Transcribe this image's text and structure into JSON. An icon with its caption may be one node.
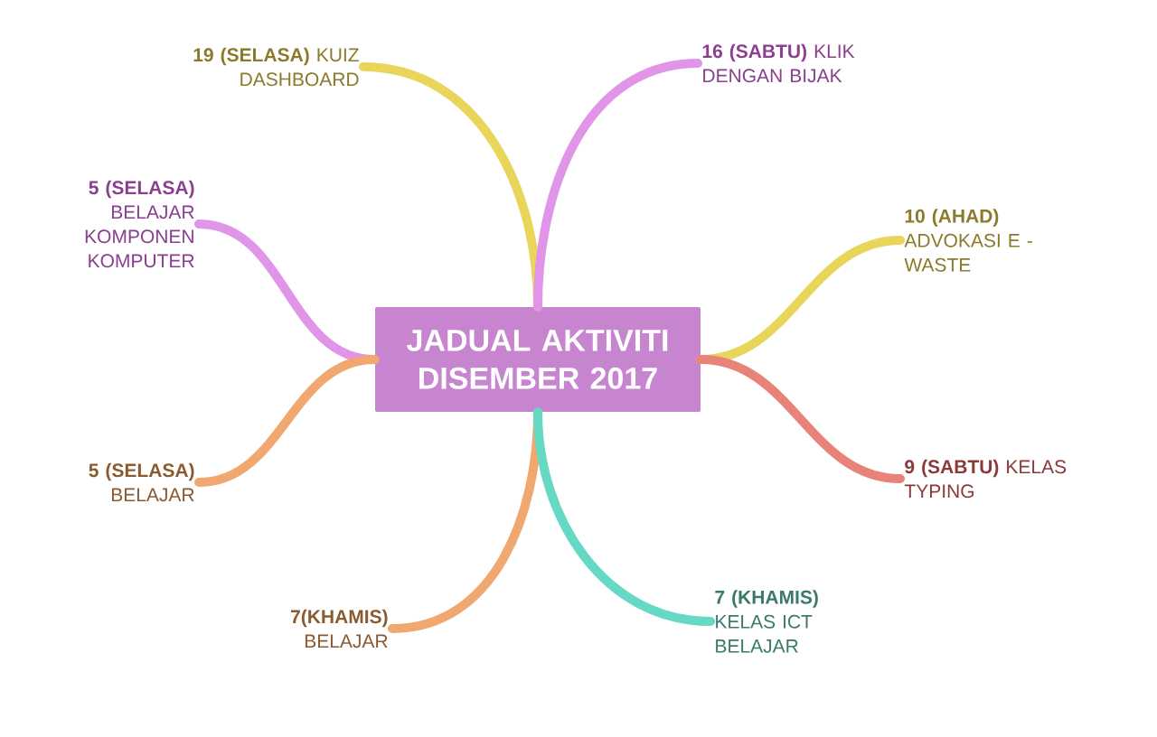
{
  "diagram": {
    "nodes": [
      {
        "text": [
          "JADUAL AKTIVITI DISEMBER 2017"
        ]
      },
      {
        "text": [
          "**19 (SELASA)** KUIZ DASHBOARD"
        ]
      },
      {
        "text": [
          "**16 (SABTU)** KLIK DENGAN BIJAK"
        ]
      },
      {
        "text": [
          "**5 (SELASA)** BELAJAR KOMPONEN KOMPUTER"
        ]
      },
      {
        "text": [
          "**10 (AHAD)** ADVOKASI E - WASTE"
        ]
      },
      {
        "text": [
          "**5 (SELASA)** BELAJAR"
        ]
      },
      {
        "text": [
          "**9 (SABTU)** KELAS TYPING"
        ]
      },
      {
        "text": [
          "**7(KHAMIS)** BELAJAR"
        ]
      },
      {
        "text": [
          "**7 (KHAMIS)** KELAS ICT BELAJAR"
        ]
      }
    ],
    "edges": [
      {
        "from": 0,
        "to": 1,
        "arrow": "none",
        "color": "#e8d55a"
      },
      {
        "from": 0,
        "to": 2,
        "arrow": "none",
        "color": "#e095e8"
      },
      {
        "from": 0,
        "to": 3,
        "arrow": "none",
        "color": "#e095e8"
      },
      {
        "from": 0,
        "to": 4,
        "arrow": "none",
        "color": "#e8d55a"
      },
      {
        "from": 0,
        "to": 5,
        "arrow": "none",
        "color": "#f0a870"
      },
      {
        "from": 0,
        "to": 6,
        "arrow": "none",
        "color": "#e8837a"
      },
      {
        "from": 0,
        "to": 7,
        "arrow": "none",
        "color": "#f0a870"
      },
      {
        "from": 0,
        "to": 8,
        "arrow": "none",
        "color": "#66d9c4"
      }
    ]
  }
}
